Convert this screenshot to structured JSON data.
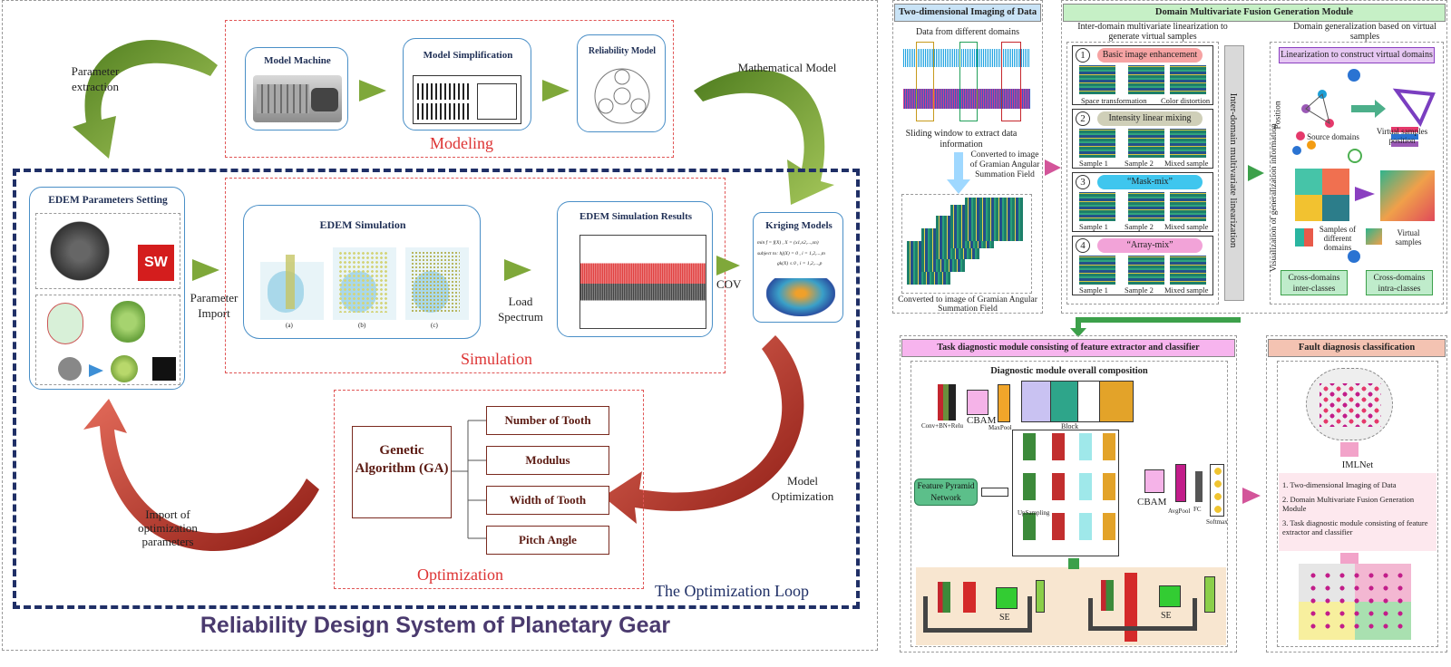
{
  "left": {
    "modeling": {
      "label": "Modeling",
      "model_machine": "Model Machine",
      "model_simplification": "Model Simplification",
      "reliability_model": "Reliability Model"
    },
    "parameter_extraction": "Parameter extraction",
    "mathematical_model": "Mathematical Model",
    "edem_parameters": "EDEM Parameters Setting",
    "sw_logo": "SW",
    "parameter_import": "Parameter Import",
    "simulation": {
      "label": "Simulation",
      "edem_simulation": "EDEM Simulation",
      "edem_results": "EDEM Simulation Results",
      "load_spectrum": "Load Spectrum",
      "sub_a": "(a)",
      "sub_b": "(b)",
      "sub_c": "(c)"
    },
    "cov": "COV",
    "kriging": {
      "title": "Kriging Models",
      "eq1": "min f = f(X) , X = (x1,x2,...,xn)",
      "eq2": "subject to: hj(X) = 0 , i = 1,2,...,m",
      "eq3": "gk(X) ≤ 0 , i = 1,2,...,p"
    },
    "optimization": {
      "label": "Optimization",
      "ga": "Genetic Algorithm (GA)",
      "params": [
        "Number of Tooth",
        "Modulus",
        "Width of Tooth",
        "Pitch Angle"
      ]
    },
    "model_optimization": "Model Optimization",
    "import_opt": "Import of optimization parameters",
    "loop": "The Optimization Loop",
    "system_title": "Reliability Design System of Planetary Gear"
  },
  "right": {
    "imaging": {
      "header": "Two-dimensional Imaging of Data",
      "data_domains": "Data from different domains",
      "sliding": "Sliding window to extract data information",
      "converted_side": "Converted to image of Gramian Angular Summation Field",
      "converted_bottom": "Converted to image of Gramian Angular Summation Field"
    },
    "fusion": {
      "header": "Domain Multivariate Fusion Generation Module",
      "inter_domain": "Inter-domain multivariate linearization to generate virtual samples",
      "domain_gen": "Domain generalization based on virtual samples",
      "vertical": "Inter-domain multivariate linearization",
      "steps": [
        {
          "num": "1",
          "label": "Basic image enhancement"
        },
        {
          "num": "2",
          "label": "Intensity linear mixing"
        },
        {
          "num": "3",
          "label": "“Mask-mix”"
        },
        {
          "num": "4",
          "label": "“Array-mix”"
        }
      ],
      "space_transform": "Space transformation",
      "color_distortion": "Color distortion",
      "sample1": "Sample 1",
      "sample2": "Sample 2",
      "mixed": "Mixed sample",
      "linearization_virtual": "Linearization to construct virtual domains",
      "position": "Position",
      "source_domains": "Source domains",
      "virtual_pos": "Virtual samples position",
      "visualization": "Visualization of generalization information",
      "samples_diff": "Samples of different domains",
      "virtual_samples": "Virtual samples",
      "cross_inter": "Cross-domains inter-classes",
      "cross_intra": "Cross-domains intra-classes"
    },
    "task": {
      "header": "Task diagnostic module consisting of feature extractor and classifier",
      "overall": "Diagnostic module overall composition",
      "conv": "Conv+BN+Relu",
      "cbam": "CBAM",
      "maxpool": "MaxPool",
      "block": "Block",
      "fpn": "Feature Pyramid Network",
      "upsampling": "UpSampling",
      "avgpool": "AvgPool",
      "fc": "FC",
      "softmax": "Softmax",
      "se": "SE"
    },
    "fault": {
      "header": "Fault diagnosis classification",
      "imlnet": "IMLNet",
      "items": [
        "1. Two-dimensional Imaging of Data",
        "2. Domain Multivariate Fusion Generation Module",
        "3. Task diagnostic module consisting of feature extractor and classifier"
      ]
    }
  },
  "colors": {
    "navy": "#1f2f66",
    "red_label": "#d33333",
    "ga_brown": "#5b1a12",
    "header_blue": "#c9e3f6",
    "header_green": "#c6f0c6",
    "header_pink": "#f7b4ee",
    "header_salmon": "#f4c3b2"
  }
}
